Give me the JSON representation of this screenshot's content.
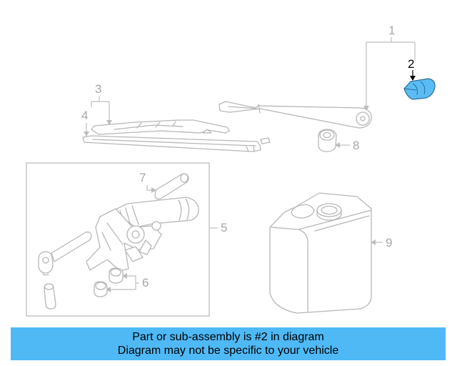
{
  "callouts": {
    "c1": "1",
    "c2": "2",
    "c3": "3",
    "c4": "4",
    "c5": "5",
    "c6": "6",
    "c7": "7",
    "c8": "8",
    "c9": "9"
  },
  "highlight_color": "#5bbcf5",
  "banner": {
    "line1": "Part or sub-assembly is #2 in diagram",
    "line2": "Diagram may not be specific to your vehicle",
    "background": "#4fb9f6"
  }
}
